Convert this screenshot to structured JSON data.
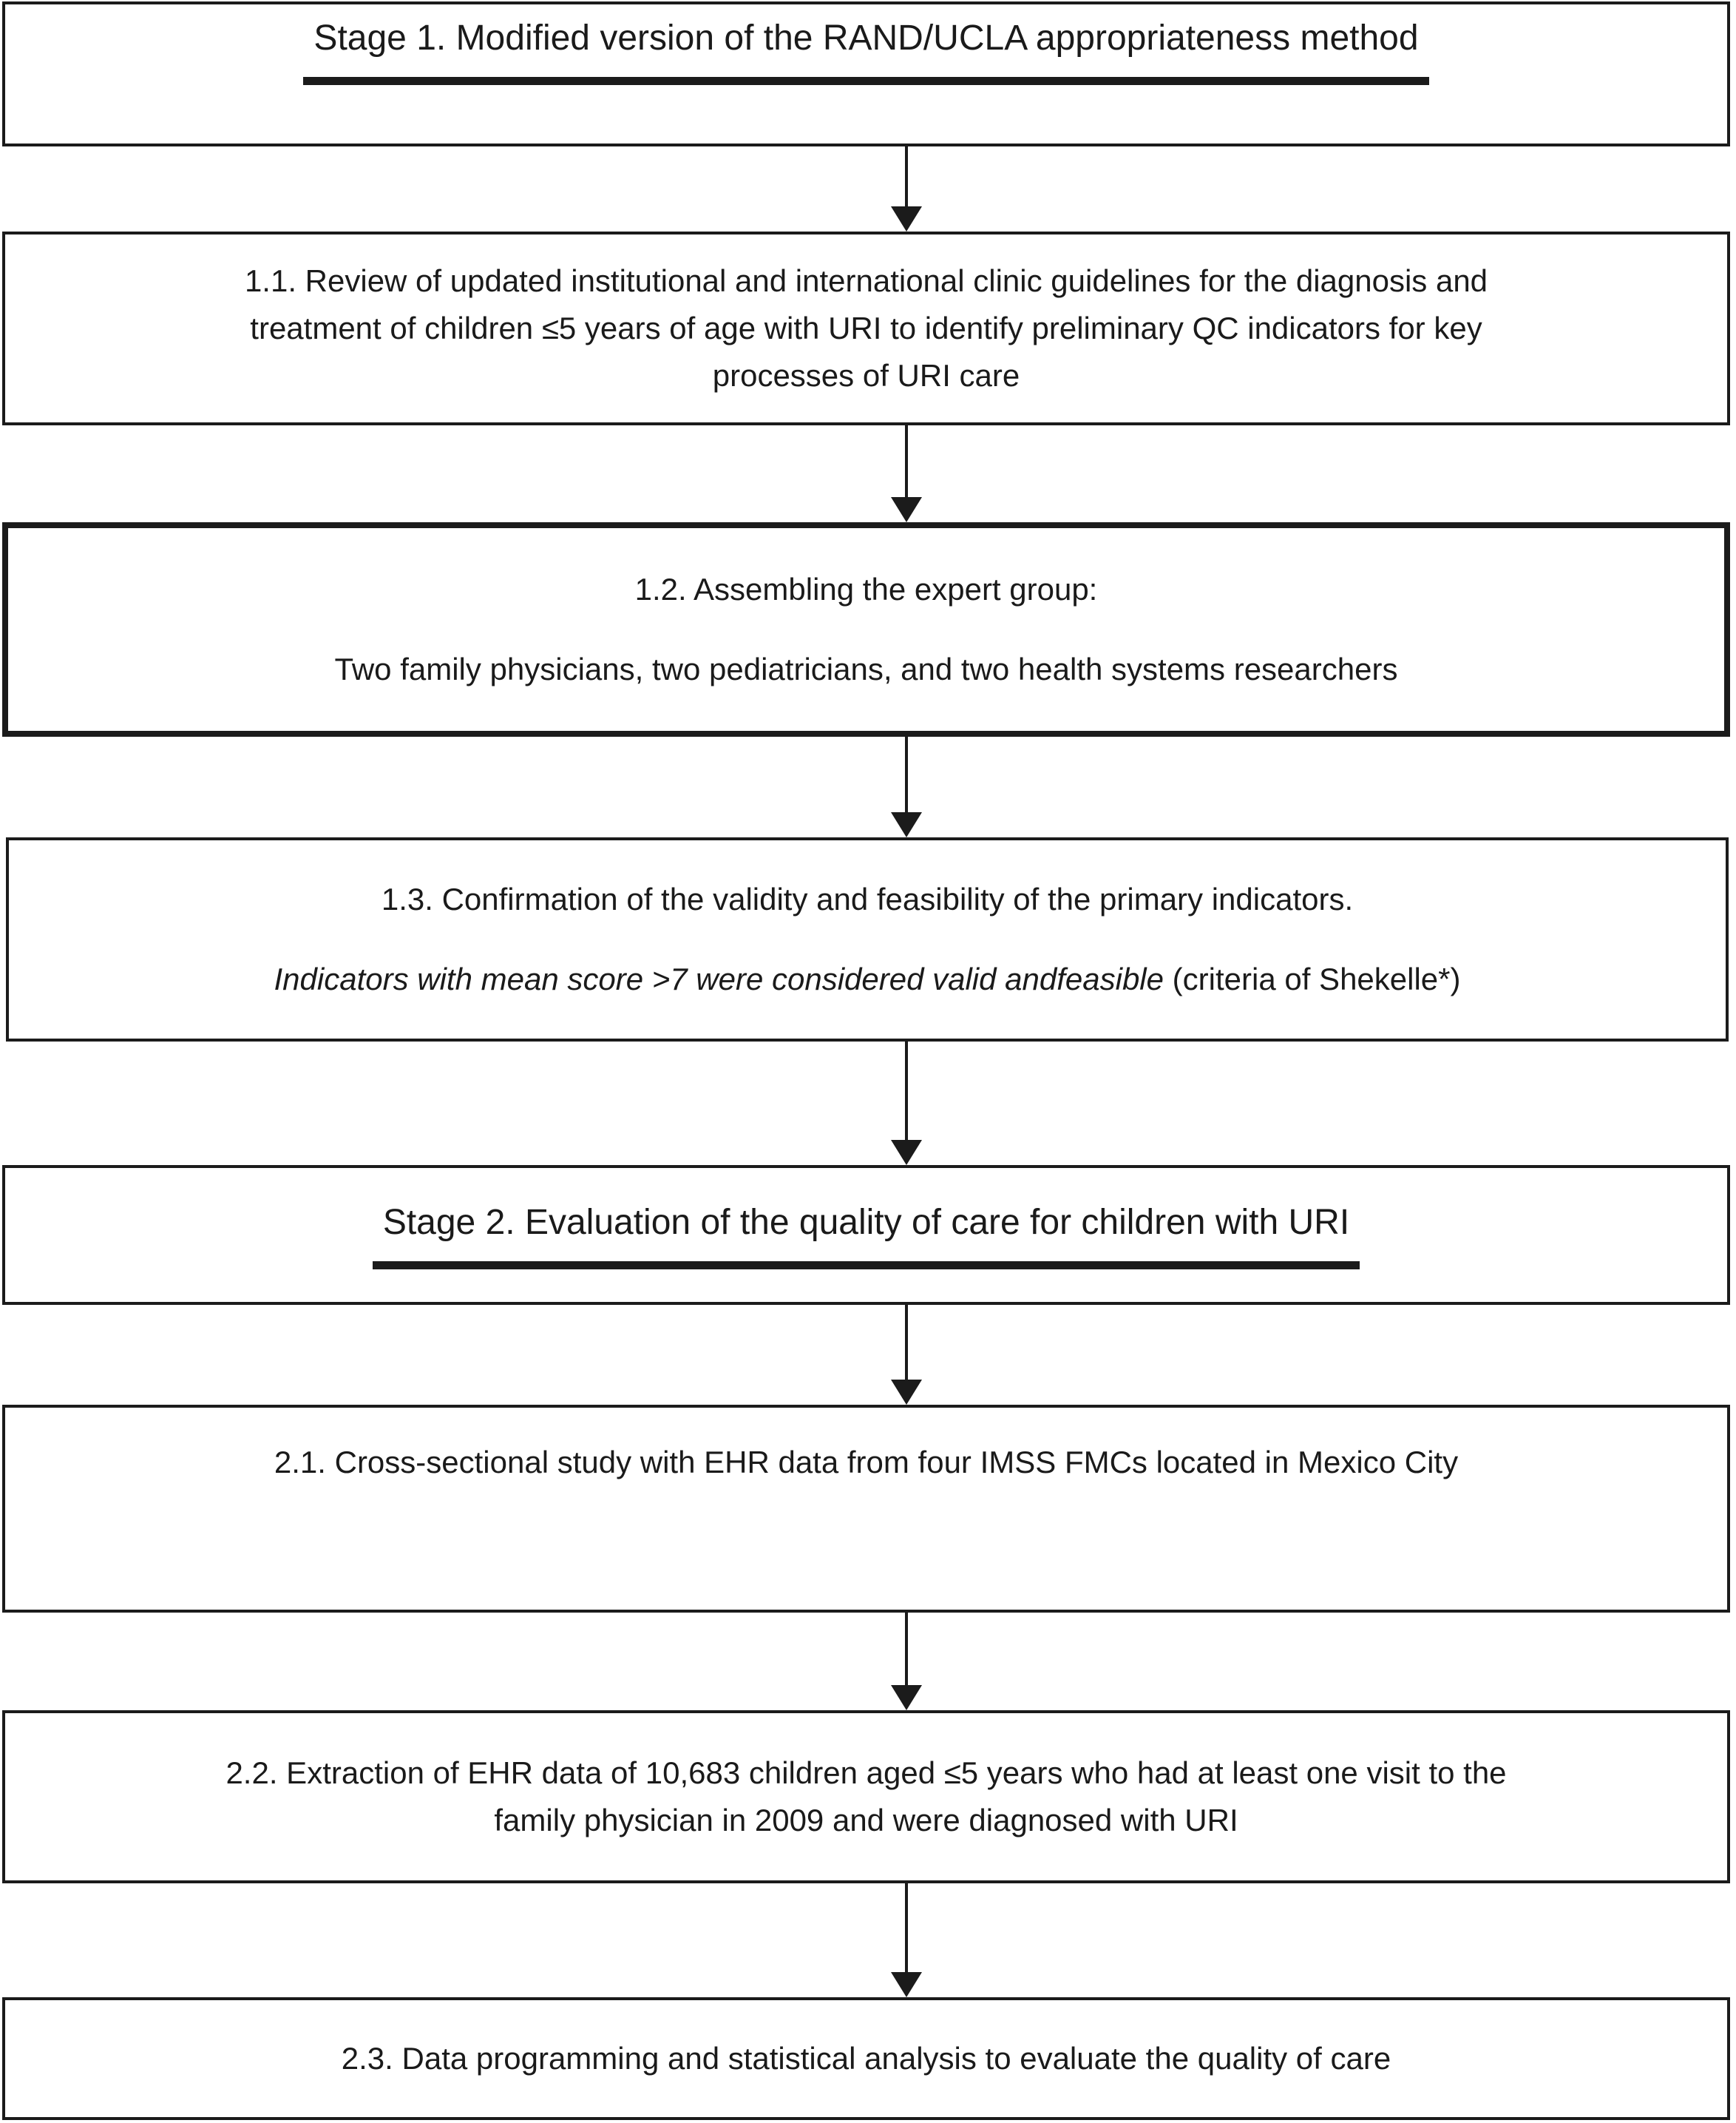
{
  "colors": {
    "border": "#1b1b1b",
    "text": "#1a1a1a",
    "background": "#ffffff"
  },
  "boxes": {
    "stage1": {
      "title": "Stage 1. Modified version of the RAND/UCLA appropriateness method"
    },
    "b11": {
      "lines": [
        "1.1. Review of updated institutional and international clinic guidelines for the diagnosis and",
        "treatment of children ≤5 years of age with URI to identify preliminary QC indicators for key",
        "processes of URI care"
      ]
    },
    "b12": {
      "para1": "1.2. Assembling the expert group:",
      "para2": "Two family physicians, two pediatricians, and two health systems researchers"
    },
    "b13": {
      "para1": "1.3. Confirmation of the validity and feasibility of the primary indicators.",
      "para2_italic": "Indicators with mean score >7 were considered valid andfeasible",
      "para2_roman": " (criteria of Shekelle*)"
    },
    "stage2": {
      "title": "Stage 2. Evaluation of the quality of care for children with URI"
    },
    "b21": {
      "line": "2.1. Cross-sectional study with EHR data from four IMSS FMCs located in Mexico City"
    },
    "b22": {
      "lines": [
        "2.2. Extraction of EHR data of 10,683 children aged ≤5 years who had at least one visit to the",
        "family physician in 2009 and were diagnosed with URI"
      ]
    },
    "b23": {
      "line": "2.3. Data programming and statistical analysis to evaluate the quality of care"
    }
  }
}
